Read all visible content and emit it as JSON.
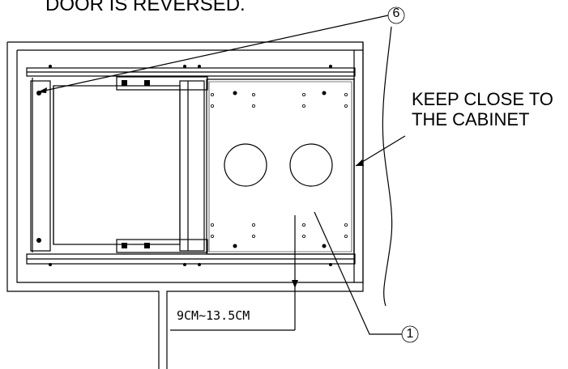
{
  "header": {
    "note": "DOOR IS REVERSED."
  },
  "callouts": {
    "cabinet_line1": "KEEP CLOSE TO",
    "cabinet_line2": "THE CABINET",
    "part_6": "6",
    "part_1": "1"
  },
  "dimension": {
    "range": "9CM~13.5CM"
  }
}
